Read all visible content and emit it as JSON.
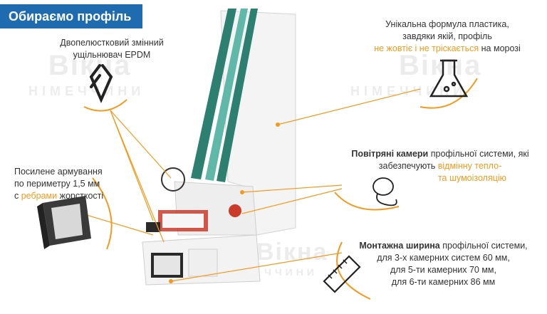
{
  "title": "Обираємо профіль",
  "watermark": {
    "brand": "Вікна",
    "sub": "НІМЕЧЧИНИ"
  },
  "callouts": {
    "seal": {
      "line1": "Двопелюстковий змінний",
      "line2": "ущільнювач EPDM"
    },
    "plastic": {
      "line1": "Унікальна формула пластика,",
      "line2": "завдяки якій, профіль",
      "line3_highlight": "не жовтіє і не тріскається",
      "line3_tail": " на морозі"
    },
    "reinforce": {
      "line1": "Посилене армування",
      "line2": "по периметру 1,5 мм",
      "line3_head": "с ",
      "line3_highlight": "ребрами",
      "line3_tail": "  жорсткості"
    },
    "chambers": {
      "line1_bold": "Повітряні камери",
      "line1_tail": " профільної системи, які",
      "line2_head": "забезпечують ",
      "line2_highlight": "відмінну тепло-",
      "line3_highlight": "та шумоізоляцію"
    },
    "width": {
      "line1_bold": "Монтажна ширина",
      "line1_tail": " профільної системи,",
      "line2": "для 3-х камерних систем 60 мм,",
      "line3": "для 5-ти камерних 70 мм,",
      "line4": "для 6-ти камерних 86 мм"
    }
  },
  "colors": {
    "accent": "#f39a1e",
    "title_bg": "#1e6bb0",
    "glass": "#5fb8a8"
  }
}
